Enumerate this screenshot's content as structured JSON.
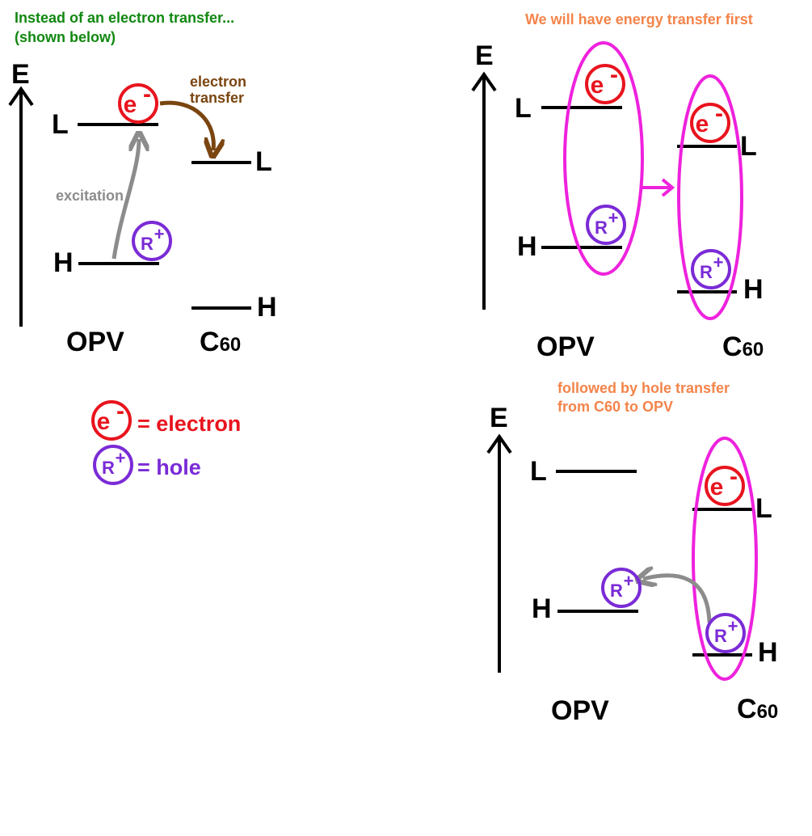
{
  "colors": {
    "black": "#000000",
    "green": "#118811",
    "orange": "#f4844a",
    "brown": "#7a4510",
    "gray": "#8c8c8c",
    "red": "#e8141e",
    "purple": "#7a2bd6",
    "magenta": "#ee22dd"
  },
  "captions": {
    "panel1_line1": "Instead of an electron transfer...",
    "panel1_line2": "(shown below)",
    "panel2": "We will have energy transfer first",
    "panel3_line1": "followed by hole transfer",
    "panel3_line2": "from C60 to OPV"
  },
  "labels": {
    "energy_axis": "E",
    "lumo": "L",
    "homo": "H",
    "donor": "OPV",
    "acceptor_main": "C",
    "acceptor_sub": "60",
    "electron_transfer_line1": "electron",
    "electron_transfer_line2": "transfer",
    "excitation": "excitation"
  },
  "particles": {
    "electron_symbol": "e",
    "electron_charge": "-",
    "hole_symbol": "R",
    "hole_charge": "+"
  },
  "legend": {
    "electron_text": "= electron",
    "hole_text": "= hole"
  }
}
